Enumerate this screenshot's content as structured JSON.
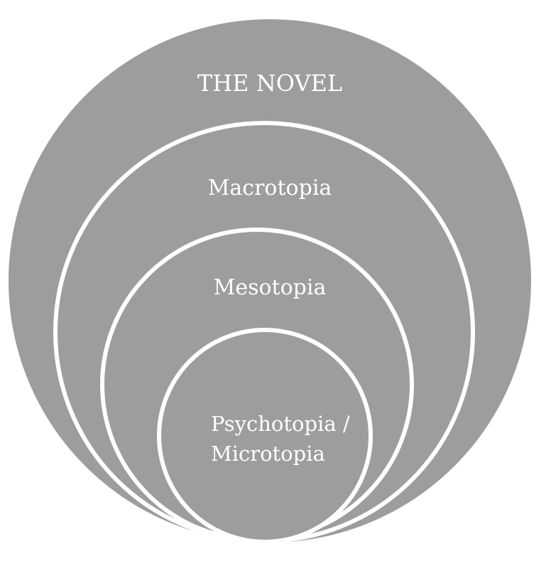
{
  "diagram": {
    "levels": [
      {
        "label": "THE NOVEL"
      },
      {
        "label": "Macrotopia"
      },
      {
        "label": "Mesotopia"
      },
      {
        "label_lines": [
          "Psychotopia /",
          "Microtopia"
        ]
      }
    ]
  },
  "colors": {
    "fill": "#9c9d9f",
    "outline": "#ffffff",
    "text": "#ffffff",
    "background": "#ffffff"
  }
}
